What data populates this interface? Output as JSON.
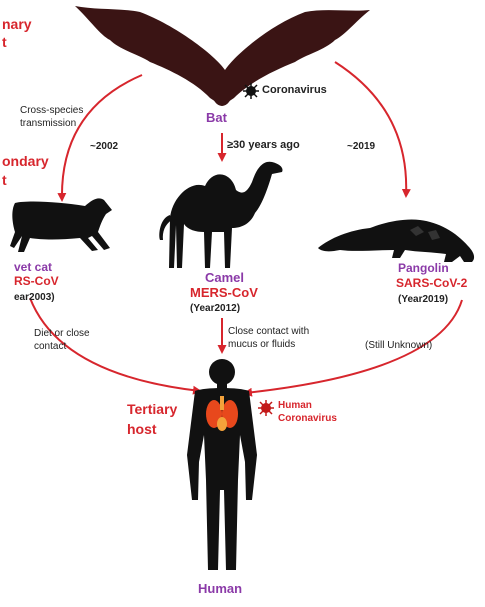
{
  "hosts": {
    "primary_partial": [
      "nary",
      "t"
    ],
    "secondary_partial": [
      "ondary",
      "t"
    ],
    "tertiary": [
      "Tertiary",
      "host"
    ]
  },
  "animals": {
    "bat": "Bat",
    "camel": "Camel",
    "pangolin": "Pangolin",
    "civet_partial": "vet cat",
    "human": "Human"
  },
  "viruses": {
    "coronavirus": "Coronavirus",
    "mers": "MERS-CoV",
    "sars2": "SARS-CoV-2",
    "civet_virus_partial": "RS-CoV",
    "human_virus": [
      "Human",
      "Coronavirus"
    ]
  },
  "years": {
    "camel": "(Year2012)",
    "pangolin": "(Year2019)",
    "civet_partial": "ear2003)"
  },
  "transmissions": {
    "cross_species": [
      "Cross-species",
      "transmission"
    ],
    "bat_civet": "~2002",
    "bat_camel": "≥30 years ago",
    "bat_pangolin": "~2019",
    "civet_human": [
      "Diet or close",
      "contact"
    ],
    "camel_human": [
      "Close contact with",
      "mucus or fluids"
    ],
    "pangolin_human": "(Still Unknown)"
  },
  "colors": {
    "arrow": "#d7262d",
    "host_label": "#d7262d",
    "animal_label": "#8b3aa8",
    "silhouette": "#111111",
    "bat_body": "#3a1414",
    "organs": "#e8481c"
  }
}
